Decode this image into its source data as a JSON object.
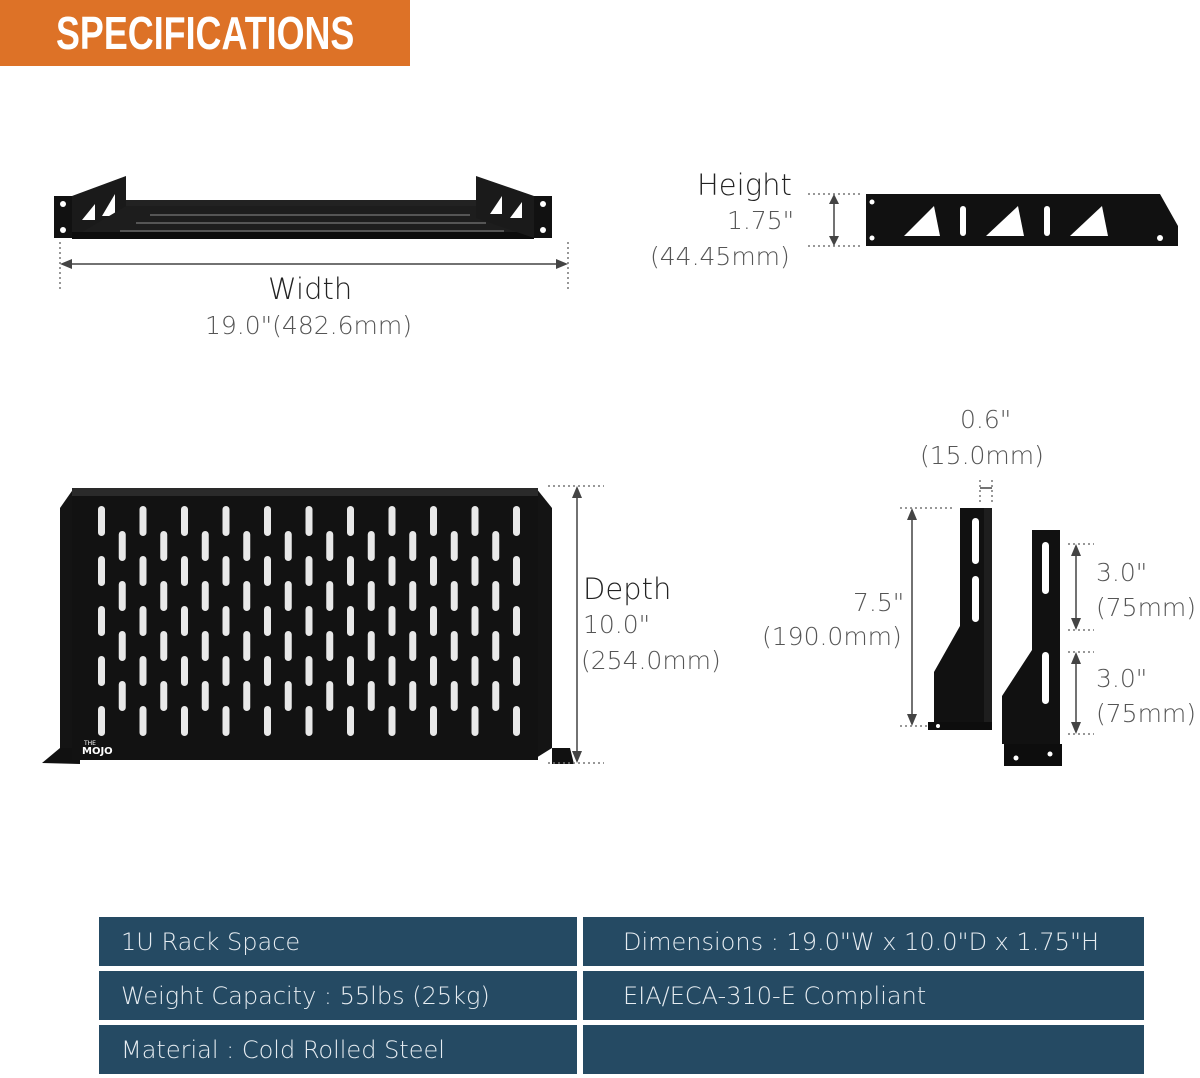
{
  "banner": {
    "title": "SPECIFICATIONS",
    "color": "#dd7227"
  },
  "width_spec": {
    "label": "Width",
    "value": "19.0\"(482.6mm)"
  },
  "height_spec": {
    "label": "Height",
    "value": "1.75\"",
    "metric": "(44.45mm)"
  },
  "depth_spec": {
    "label": "Depth",
    "value": "10.0\"",
    "metric": "(254.0mm)"
  },
  "bracket_spec": {
    "thickness": "0.6\"",
    "thickness_metric": "(15.0mm)",
    "length": "7.5\"",
    "length_metric": "(190.0mm)",
    "slot_upper": "3.0\"",
    "slot_upper_metric": "(75mm)",
    "slot_lower": "3.0\"",
    "slot_lower_metric": "(75mm)"
  },
  "brand_mark": {
    "small": "THE",
    "name": "MOJO"
  },
  "spec_table": {
    "color": "#254a63",
    "rows": [
      [
        "1U Rack Space",
        "Dimensions : 19.0\"W x 10.0\"D x 1.75\"H"
      ],
      [
        "Weight Capacity : 55lbs (25kg)",
        "EIA/ECA-310-E Compliant"
      ],
      [
        "Material : Cold Rolled Steel",
        ""
      ]
    ]
  }
}
